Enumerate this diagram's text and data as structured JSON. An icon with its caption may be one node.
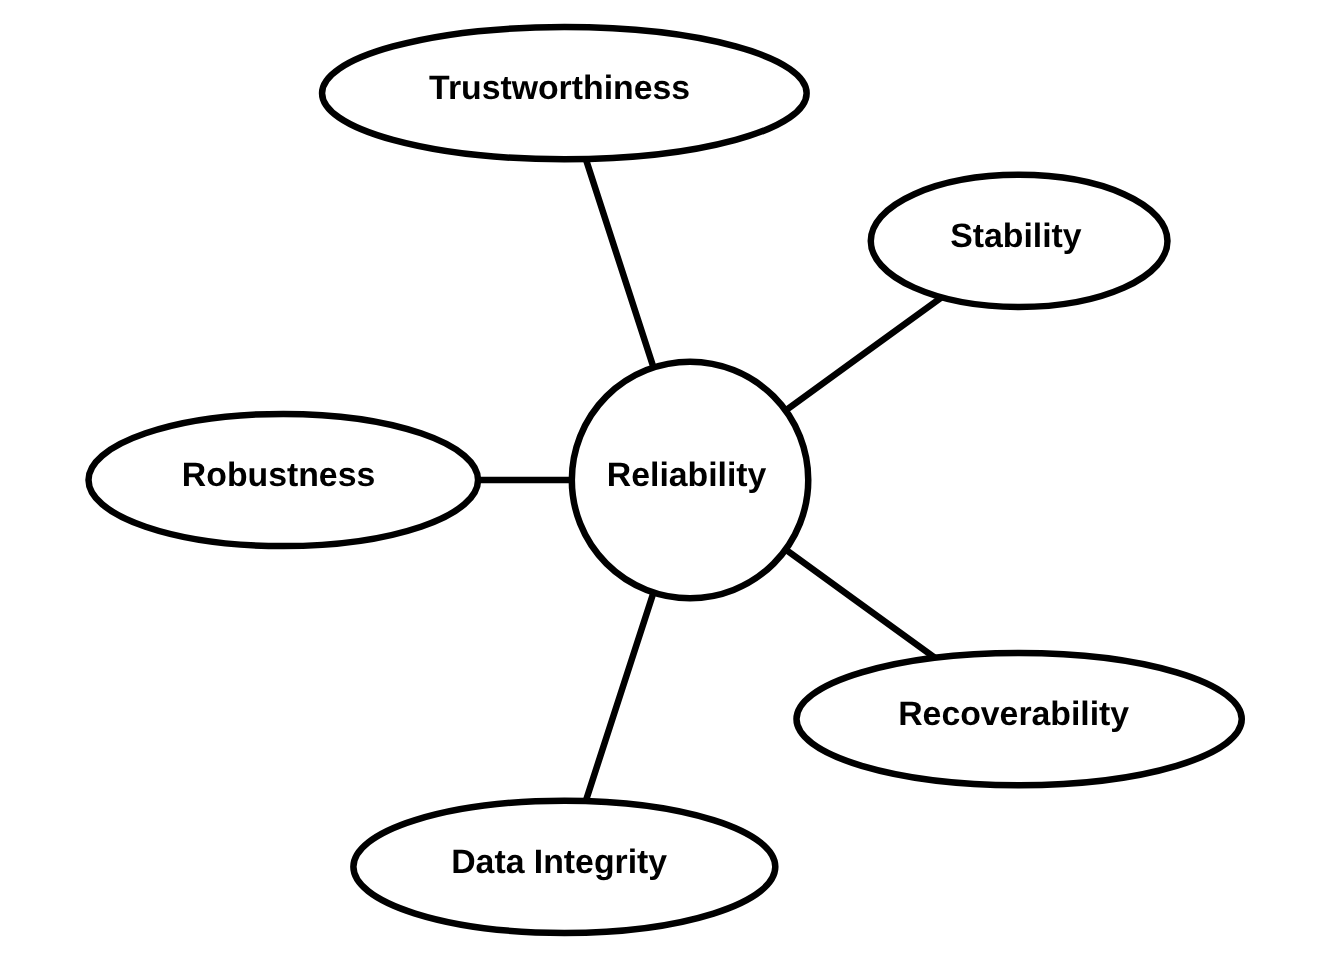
{
  "diagram": {
    "nodes": [
      {
        "text": [
          "Stability"
        ]
      },
      {
        "text": [
          "Trustworthiness"
        ]
      },
      {
        "text": [
          "Robustness"
        ]
      },
      {
        "text": [
          "Reliability"
        ]
      },
      {
        "text": [
          "Data Integrity"
        ]
      },
      {
        "text": [
          "Recoverability"
        ]
      }
    ],
    "edges": [
      {
        "from": 3,
        "to": 0,
        "arrow": "none"
      },
      {
        "from": 3,
        "to": 2,
        "arrow": "none"
      },
      {
        "from": 3,
        "to": 5,
        "arrow": "none"
      },
      {
        "from": 3,
        "to": 4,
        "arrow": "none"
      },
      {
        "from": 3,
        "to": 1,
        "arrow": "none"
      }
    ]
  }
}
